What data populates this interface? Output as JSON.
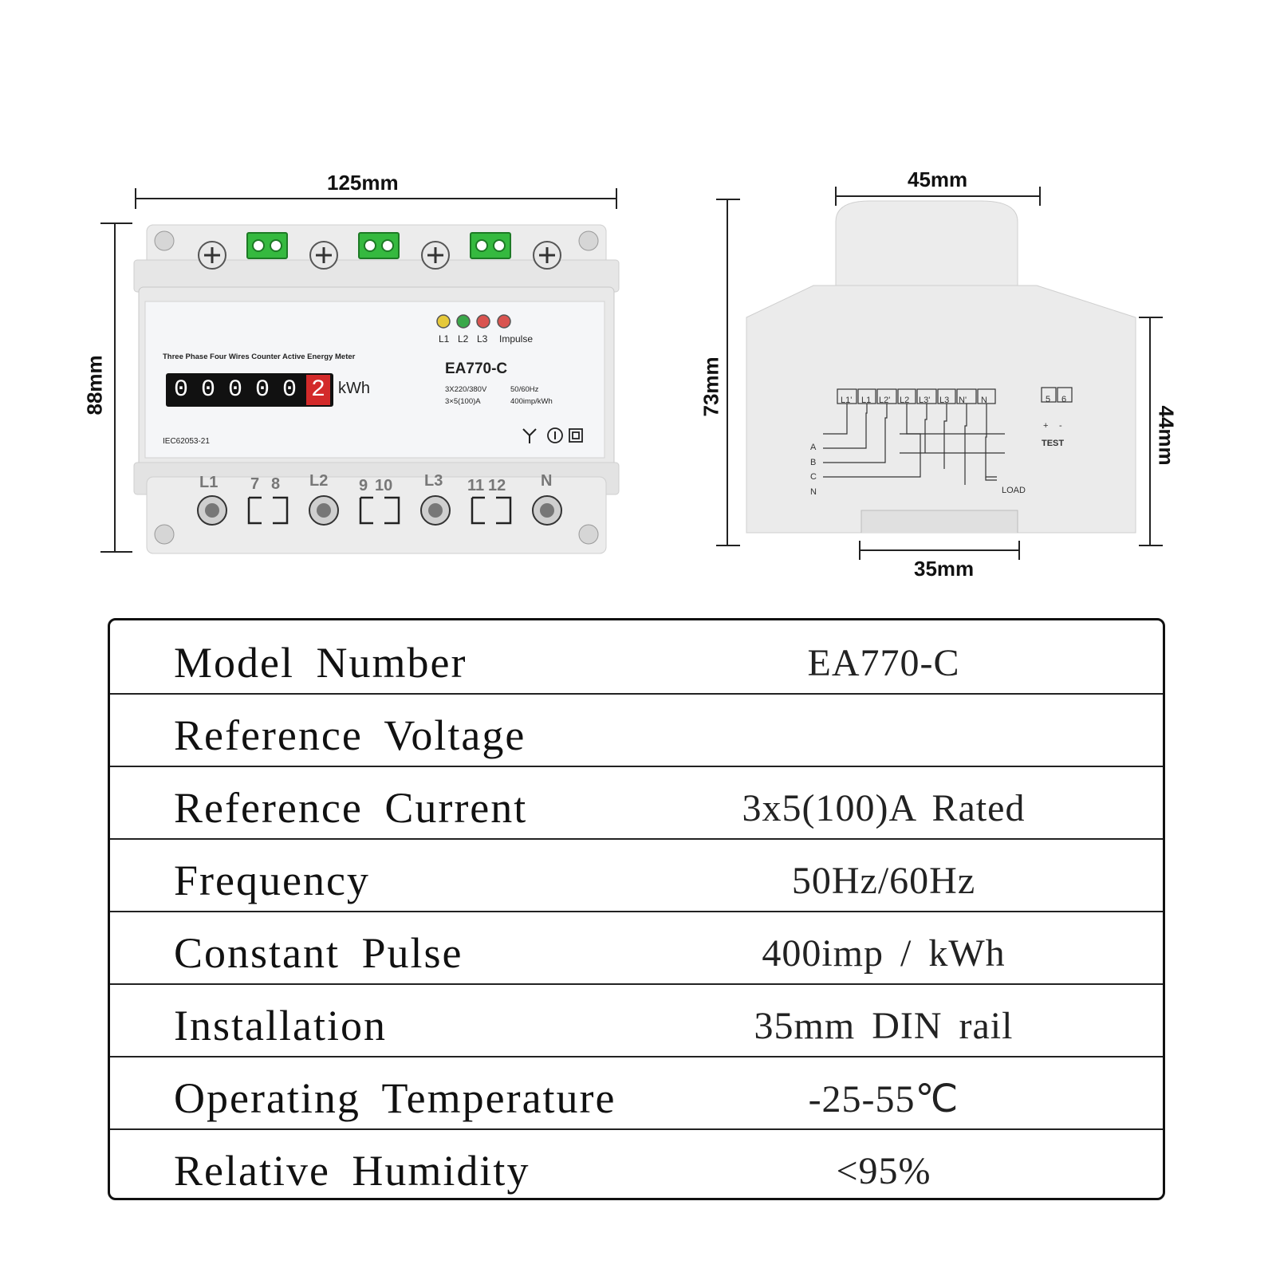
{
  "dimensions": {
    "front_width": "125mm",
    "front_height": "88mm",
    "side_width": "45mm",
    "side_height": "73mm",
    "side_inner_height": "44mm",
    "rail_width": "35mm"
  },
  "meter_front": {
    "leds": [
      "L1",
      "L2",
      "L3",
      "Impulse"
    ],
    "led_colors": [
      "#e6c93a",
      "#3aa84a",
      "#d9534f",
      "#d9534f"
    ],
    "description": "Three Phase Four Wires Counter Active Energy Meter",
    "model": "EA770-C",
    "voltage": "3X220/380V",
    "frequency": "50/60Hz",
    "current": "3×5(100)A",
    "impulse_rate": "400imp/kWh",
    "counter_digits": [
      "0",
      "0",
      "0",
      "0",
      "0",
      "2"
    ],
    "counter_unit": "kWh",
    "standard": "IEC62053-21",
    "terminal_labels": [
      "L1",
      "7",
      "8",
      "L2",
      "9",
      "10",
      "L3",
      "11",
      "12",
      "N"
    ]
  },
  "side_view": {
    "terminals": [
      "L1'",
      "L1",
      "L2'",
      "L2",
      "L3'",
      "L3",
      "N'",
      "N"
    ],
    "phases": [
      "A",
      "B",
      "C",
      "N"
    ],
    "load_label": "LOAD",
    "test_terminals": [
      "5",
      "6"
    ],
    "test_polarity": [
      "+",
      "-"
    ],
    "test_label": "TEST"
  },
  "spec_table": {
    "rows": [
      {
        "label": "Model Number",
        "value": "EA770-C"
      },
      {
        "label": "Reference Voltage",
        "value": ""
      },
      {
        "label": "Reference Current",
        "value": "3x5(100)A Rated"
      },
      {
        "label": "Frequency",
        "value": "50Hz/60Hz"
      },
      {
        "label": "Constant Pulse",
        "value": "400imp / kWh"
      },
      {
        "label": "Installation",
        "value": "35mm DIN rail"
      },
      {
        "label": "Operating Temperature",
        "value": "-25-55℃"
      },
      {
        "label": "Relative Humidity",
        "value": "<95%"
      }
    ]
  }
}
